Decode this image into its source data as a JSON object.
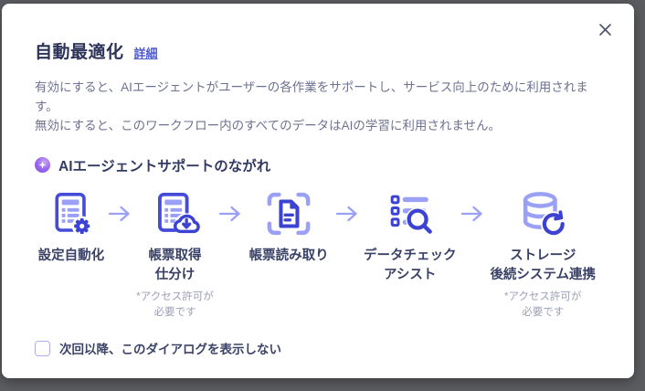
{
  "dialog": {
    "title": "自動最適化",
    "detail_link": "詳細",
    "description_line1": "有効にすると、AIエージェントがユーザーの各作業をサポートし、サービス向上のために利用されます。",
    "description_line2": "無効にすると、このワークフロー内のすべてのデータはAIの学習に利用されません。",
    "section_title": "AIエージェントサポートのながれ",
    "checkbox_label": "次回以降、このダイアログを表示しない",
    "checkbox_checked": false
  },
  "flow": {
    "steps": [
      {
        "icon": "document-gear-icon",
        "label_lines": [
          "設定自動化"
        ],
        "note_lines": []
      },
      {
        "icon": "document-cloud-download-icon",
        "label_lines": [
          "帳票取得",
          "仕分け"
        ],
        "note_lines": [
          "*アクセス許可が",
          "必要です"
        ]
      },
      {
        "icon": "document-scan-icon",
        "label_lines": [
          "帳票読み取り"
        ],
        "note_lines": []
      },
      {
        "icon": "list-search-icon",
        "label_lines": [
          "データチェック",
          "アシスト"
        ],
        "note_lines": []
      },
      {
        "icon": "database-sync-icon",
        "label_lines": [
          "ストレージ",
          "後続システム連携"
        ],
        "note_lines": [
          "*アクセス許可が",
          "必要です"
        ]
      }
    ]
  },
  "colors": {
    "accent_dark": "#444bd8",
    "accent_light": "#9aa0f6",
    "title_text": "#2d3358",
    "body_text": "#6e7292",
    "note_text": "#9ba0b8",
    "link": "#4d58d1",
    "sparkle_purple": "#8d5cee",
    "backdrop": "#5b5c5f"
  }
}
